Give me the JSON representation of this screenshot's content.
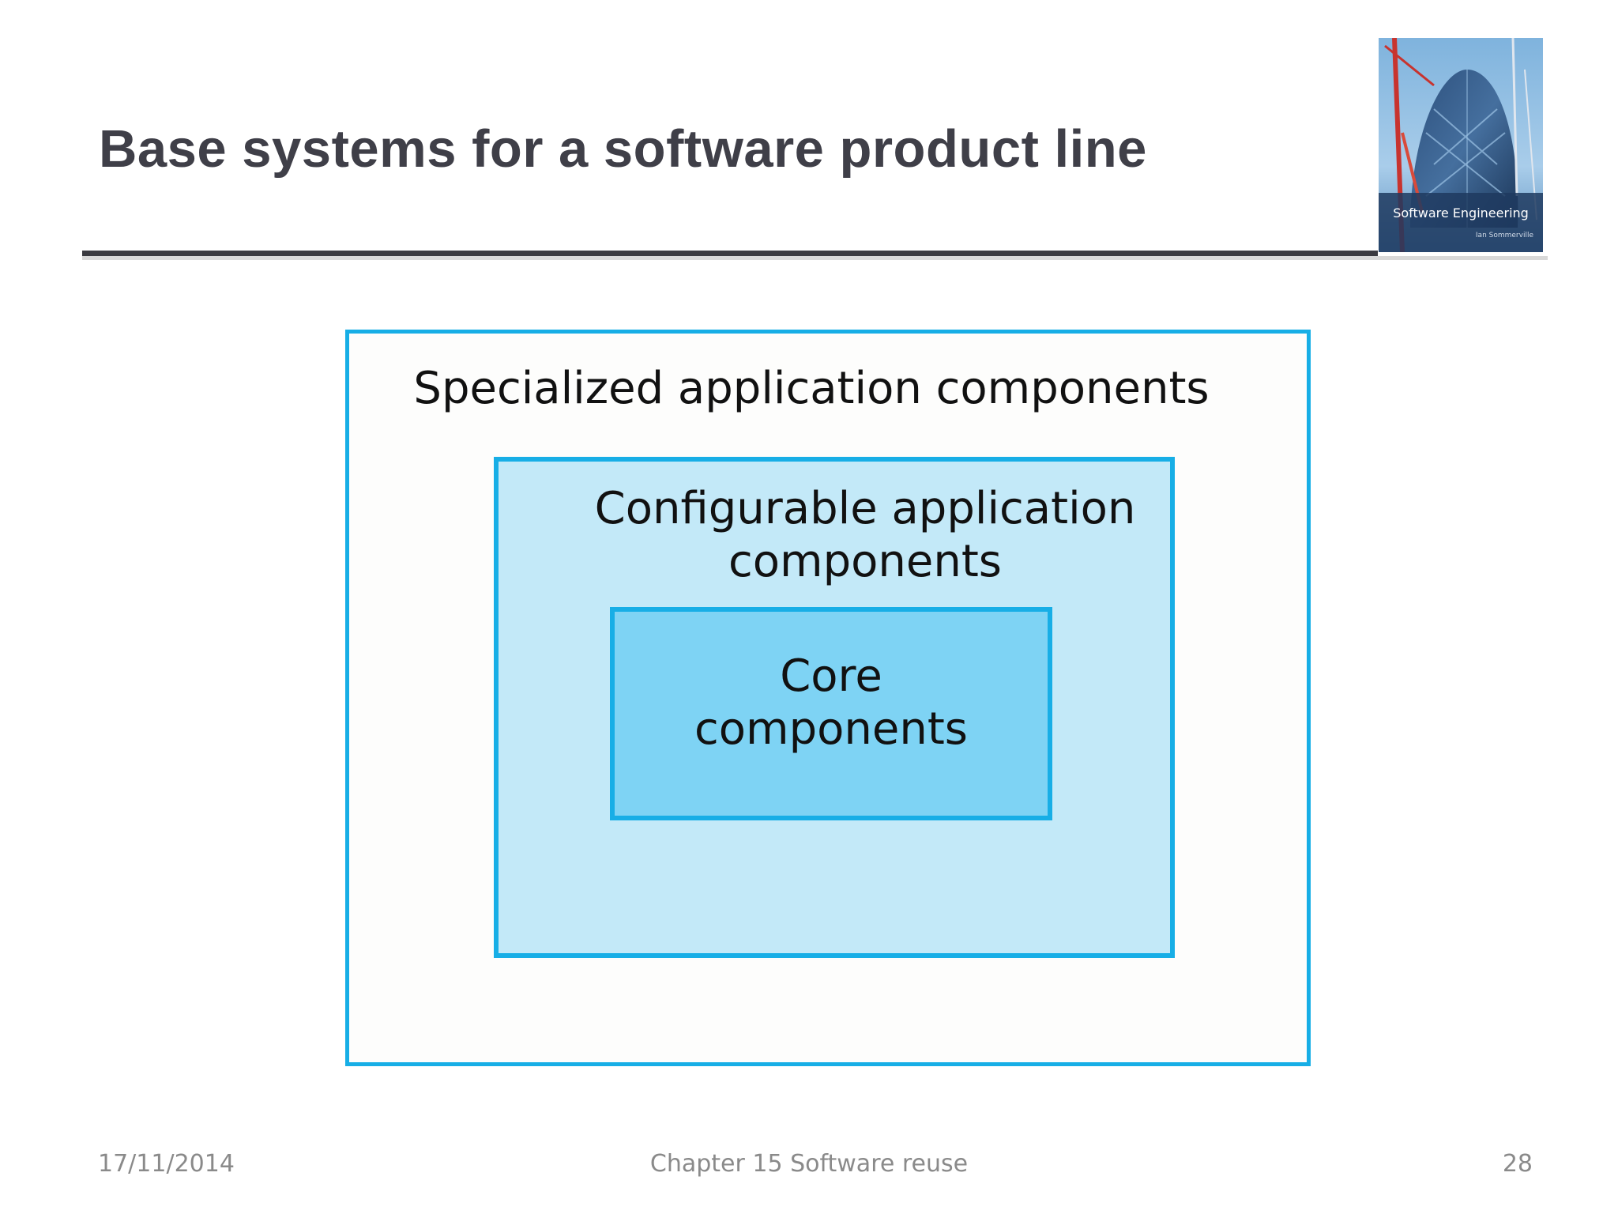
{
  "slide": {
    "title": "Base systems for a software product line",
    "logo": {
      "caption": "Software Engineering",
      "author": "Ian Sommerville"
    }
  },
  "diagram": {
    "outer_label": "Specialized application components",
    "middle_label": "Configurable application\ncomponents",
    "inner_label": "Core\ncomponents",
    "colors": {
      "border": "#17aee6",
      "outer_fill": "#fdfdfc",
      "middle_fill": "#c3e9f8",
      "inner_fill": "#7ed3f4"
    }
  },
  "footer": {
    "date": "17/11/2014",
    "chapter": "Chapter 15 Software reuse",
    "page": "28"
  }
}
